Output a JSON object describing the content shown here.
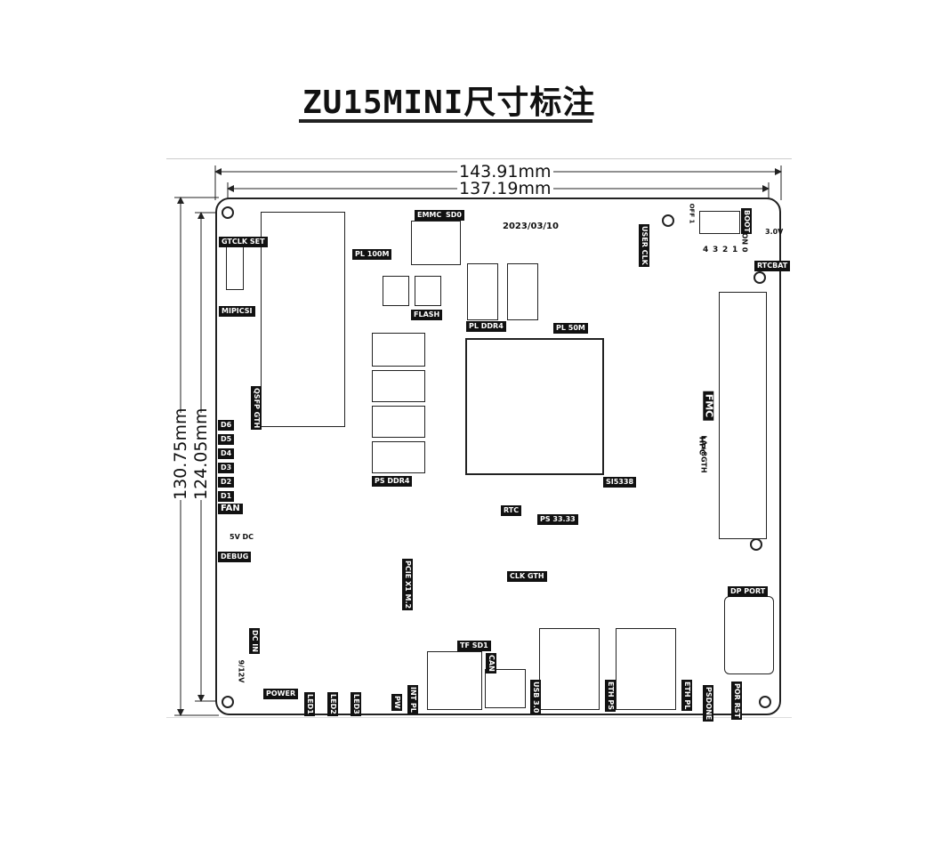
{
  "title": "ZU15MINI尺寸标注",
  "dimensions": {
    "outer_width": "143.91mm",
    "inner_width": "137.19mm",
    "outer_height": "130.75mm",
    "inner_height": "124.05mm"
  },
  "board_date": "2023/03/10",
  "labels": {
    "emmc": "EMMC",
    "sd0": "SD0",
    "pl_100m": "PL 100M",
    "flash": "FLASH",
    "pl_ddr4": "PL DDR4",
    "pl_50m": "PL 50M",
    "user_clk": "USER CLK",
    "boot": "BOOT",
    "gtclk_set": "GTCLK SET",
    "mipi_csi": "MIPICSI",
    "qsfp_gth": "QSFP GTH",
    "ps_ddr4": "PS DDR4",
    "si5338": "SI5338",
    "rtc": "RTC",
    "ps_33": "PS 33.33",
    "clk_gth": "CLK GTH",
    "fmc": "FMC",
    "hpc": "HPC",
    "la_8gth": "LA+8GTH",
    "dp_port": "DP PORT",
    "fan": "FAN",
    "v5dc": "5V DC",
    "debug": "DEBUG",
    "dc_in": "DC IN",
    "v912": "9/12V",
    "power": "POWER",
    "pcie_m2": "PCIE X1 M.2",
    "tf_sd1": "TF SD1",
    "can": "CAN",
    "usb": "USB 3.0",
    "eth_ps": "ETH PS",
    "eth_pl": "ETH PL",
    "psdone": "PSDONE",
    "por_rst": "POR RST",
    "rtcbat": "RTCBAT",
    "v30": "3.0V",
    "off1": "OFF 1",
    "on0": "ON 0",
    "d6": "D6",
    "d5": "D5",
    "d4": "D4",
    "d3": "D3",
    "d2": "D2",
    "d1": "D1",
    "led1": "LED1",
    "led2": "LED2",
    "led3": "LED3",
    "pw": "PW",
    "intpl": "INT PL",
    "sw_nums": [
      "4",
      "3",
      "2",
      "1"
    ]
  }
}
